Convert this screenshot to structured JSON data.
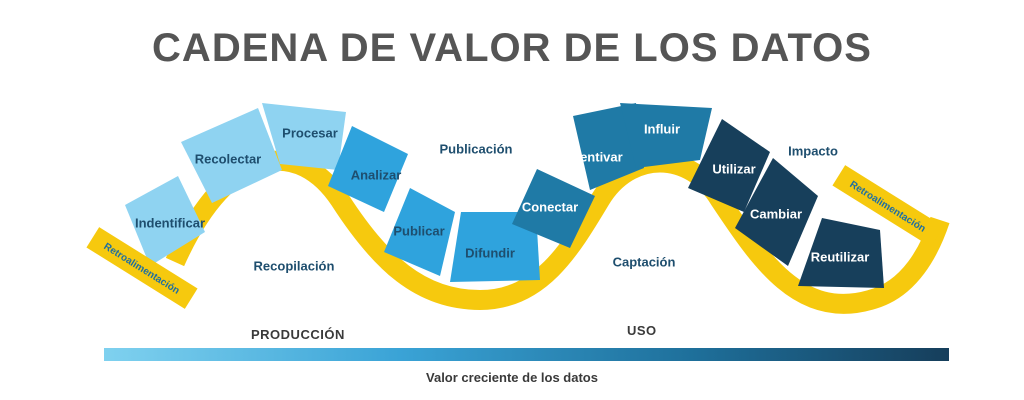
{
  "title": "CADENA DE VALOR DE LOS DATOS",
  "stages": [
    {
      "label": "Indentificar",
      "color": "#8fd3f1",
      "text_color": "#1e4e6e"
    },
    {
      "label": "Recolectar",
      "color": "#8fd3f1",
      "text_color": "#1e4e6e"
    },
    {
      "label": "Procesar",
      "color": "#8fd3f1",
      "text_color": "#1e4e6e"
    },
    {
      "label": "Analizar",
      "color": "#2fa3dd",
      "text_color": "#1e4e6e"
    },
    {
      "label": "Publicar",
      "color": "#2fa3dd",
      "text_color": "#1e4e6e"
    },
    {
      "label": "Difundir",
      "color": "#2fa3dd",
      "text_color": "#1e4e6e"
    },
    {
      "label": "Conectar",
      "color": "#1f7aa6",
      "text_color": "#ffffff"
    },
    {
      "label": "Incentivar",
      "color": "#1f7aa6",
      "text_color": "#ffffff"
    },
    {
      "label": "Influir",
      "color": "#1f7aa6",
      "text_color": "#ffffff"
    },
    {
      "label": "Utilizar",
      "color": "#173f5b",
      "text_color": "#ffffff"
    },
    {
      "label": "Cambiar",
      "color": "#173f5b",
      "text_color": "#ffffff"
    },
    {
      "label": "Reutilizar",
      "color": "#173f5b",
      "text_color": "#ffffff"
    }
  ],
  "group_labels": {
    "recopilacion": "Recopilación",
    "publicacion": "Publicación",
    "captacion": "Captación",
    "impacto": "Impacto"
  },
  "feedback_label": "Retroalimentación",
  "sections": {
    "produccion": "PRODUCCIÓN",
    "uso": "USO"
  },
  "bar_caption": "Valor creciente de los datos",
  "colors": {
    "wave": "#f6c90e",
    "light_blue": "#8fd3f1",
    "mid_blue": "#2fa3dd",
    "teal_blue": "#1f7aa6",
    "dark_blue": "#173f5b"
  }
}
